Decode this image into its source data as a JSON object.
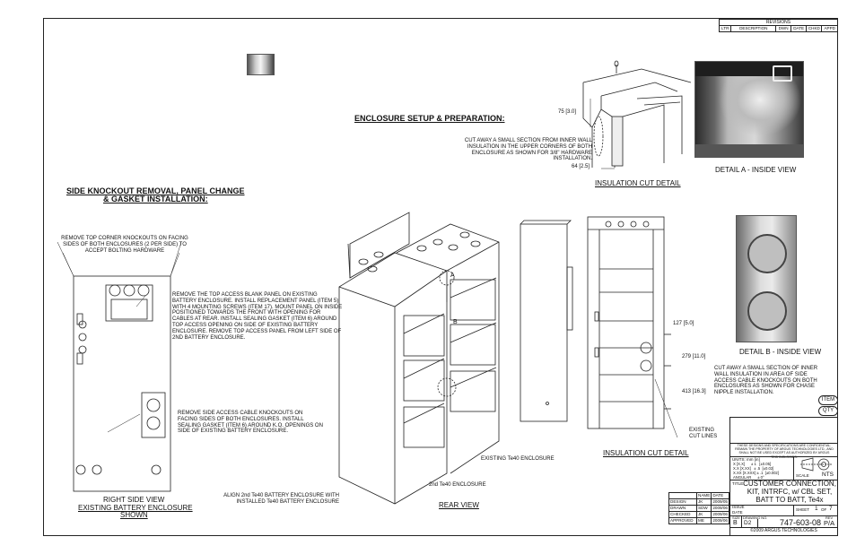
{
  "revisions": {
    "title": "REVISIONS",
    "columns": [
      "LTR",
      "DESCRIPTION",
      "DWN",
      "DATE",
      "CHKD",
      "APPD"
    ]
  },
  "headings": {
    "enclosure_setup": "ENCLOSURE SETUP & PREPARATION:",
    "side_knockout_line1": "SIDE KNOCKOUT REMOVAL, PANEL CHANGE",
    "side_knockout_line2": "& GASKET INSTALLATION:"
  },
  "notes": {
    "cut_away_upper": "CUT AWAY A SMALL SECTION FROM INNER WALL INSULATION IN THE UPPER CORNERS OF BOTH ENCLOSURE AS SHOWN FOR 3/8\" HARDWARE INSTALLATION.",
    "remove_top_corner": "REMOVE TOP CORNER KNOCKOUTS ON FACING SIDES OF BOTH ENCLOSURES (2 PER SIDE) TO ACCEPT BOLTING HARDWARE",
    "remove_top_access": "REMOVE THE TOP ACCESS BLANK PANEL ON EXISTING BATTERY ENCLOSURE. INSTALL REPLACEMENT PANEL (ITEM 5) WITH 4 MOUNTING SCREWS (ITEM 17). MOUNT PANEL ON INSIDE POSITIONED TOWARDS THE FRONT WITH OPENING FOR CABLES AT REAR. INSTALL SEALING GASKET (ITEM 6) AROUND TOP ACCESS OPENING ON SIDE OF EXISTING BATTERY ENCLOSURE. REMOVE TOP ACCESS PANEL FROM LEFT SIDE OF 2nd BATTERY ENCLOSURE.",
    "remove_side_access": "REMOVE SIDE ACCESS CABLE KNOCKOUTS ON FACING SIDES OF BOTH ENCLOSURES. INSTALL SEALING GASKET (ITEM 6) AROUND K.O. OPENINGS ON SIDE OF EXISTING BATTERY ENCLOSURE.",
    "cut_away_inner": "CUT AWAY A SMALL SECTION OF INNER WALL INSULATION IN AREA OF SIDE ACCESS CABLE KNOCKOUTS ON BOTH ENCLOSURES AS SHOWN FOR CHASE NIPPLE INSTALLATION.",
    "align_2nd": "ALIGN 2nd Te40 BATTERY ENCLOSURE WITH INSTALLED Te40 BATTERY ENCLOSURE",
    "existing_te40": "EXISTING Te40 ENCLOSURE",
    "second_te40": "2nd Te40 ENCLOSURE",
    "existing_cut_lines": "EXISTING CUT LINES"
  },
  "dimensions": {
    "d75": "75 [3.0]",
    "d64": "64 [2.5]",
    "d127": "127 [5.0]",
    "d279": "279 [11.0]",
    "d413": "413 [16.3]"
  },
  "captions": {
    "insulation_cut_top": "INSULATION CUT DETAIL",
    "detail_a": "DETAIL A - INSIDE VIEW",
    "detail_b": "DETAIL B - INSIDE VIEW",
    "insulation_cut_bottom": "INSULATION CUT DETAIL",
    "right_side_view": "RIGHT SIDE VIEW",
    "existing_battery": "EXISTING BATTERY ENCLOSURE",
    "shown": "SHOWN",
    "rear_view": "REAR VIEW",
    "callout_a": "A",
    "callout_b": "B"
  },
  "item_qty": {
    "item": "ITEM",
    "qty": "QTY"
  },
  "signoff": {
    "headers": [
      "",
      "NAME",
      "DATE"
    ],
    "rows": [
      [
        "DESIGN",
        "JK",
        "2009/05"
      ],
      [
        "DRAWN",
        "SDW",
        "2009/06"
      ],
      [
        "CHECKED",
        "JK",
        "2009/06"
      ],
      [
        "APPROVED",
        "ME",
        "2009/06"
      ]
    ]
  },
  "title_block": {
    "confidential": "THESE DESIGNS AND SPECIFICATIONS ARE CONFIDENTIAL. REMAIN THE PROPERTY OF ARGUS TECHNOLOGIES LTD., AND SHALL NOT BE USED EXCEPT AS AUTHORIZED BY ARGUS TECHNOLOGIES.",
    "units": "UNITS: mm [in]",
    "tol_rows": [
      "X [X.X]      ± 1   [±0.05]",
      "X.X [X.XX]   ± .5  [±0.02]",
      "X.XX [X.XXX] ± .1  [±0.002]",
      "ANGULAR      ± 0°"
    ],
    "scale_label": "SCALE",
    "scale_value": "NTS",
    "title_label": "TITLE:",
    "title_line1": "CUSTOMER CONNECTION,",
    "title_line2": "KIT, INTRFC, w/ CBL SET,",
    "title_line3": "BATT TO BATT, Te4x",
    "issue_label": "ISSUE",
    "date_label": "DATE",
    "sheet_label": "SHEET",
    "sheet_value": "1",
    "of_label": "OF",
    "of_value": "7",
    "size_label": "SIZE",
    "size_value": "B",
    "dwg_label": "DRAWING NO.",
    "dwg_value": "D2",
    "rev_label": "REV",
    "number": "747-603-08",
    "rev_value": "P/A",
    "copyright": "©2009 ARGUS TECHNOLOGIES"
  }
}
